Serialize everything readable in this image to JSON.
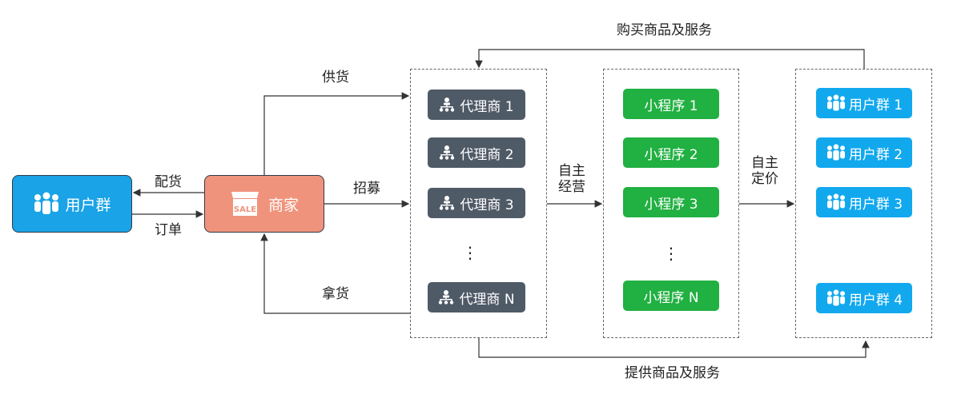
{
  "edges": {
    "top": "购买商品及服务",
    "bottom": "提供商品及服务",
    "supply": "供货",
    "recruit": "招募",
    "pickup": "拿货",
    "deliver": "配货",
    "order": "订单",
    "self_operate": [
      "自主",
      "经营"
    ],
    "self_price": [
      "自主",
      "定价"
    ]
  },
  "nodes": {
    "user_group": "用户群",
    "merchant": "商家",
    "sale_sign": "SALE",
    "agents": [
      "代理商 1",
      "代理商 2",
      "代理商 3",
      "代理商 N"
    ],
    "mini_programs": [
      "小程序 1",
      "小程序 2",
      "小程序 3",
      "小程序 N"
    ],
    "user_groups": [
      "用户群 1",
      "用户群 2",
      "用户群 3",
      "用户群 4"
    ],
    "ellipsis": "⋮"
  },
  "colors": {
    "user_blue": "#1aa3e6",
    "merchant_salmon": "#f0937c",
    "agent_gray": "#4f5a67",
    "mini_green": "#21b042",
    "group_blue": "#11a8ee"
  }
}
